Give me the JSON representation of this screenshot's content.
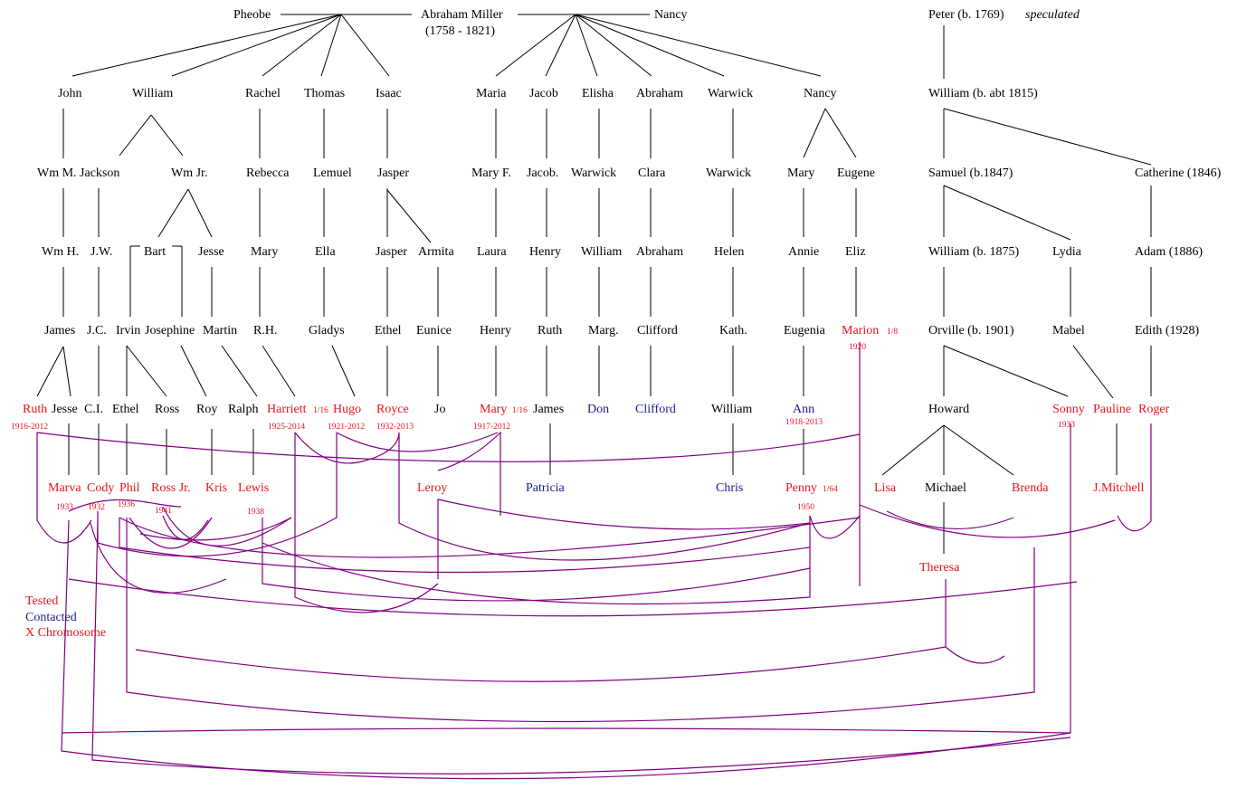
{
  "colors": {
    "black": "#000000",
    "red": "#e8141d",
    "blue": "#1a1a8c",
    "purple": "#800080"
  },
  "people": [
    {
      "id": "pheobe",
      "name": "Pheobe",
      "color": "black"
    },
    {
      "id": "abraham_miller",
      "name": "Abraham Miller",
      "color": "black"
    },
    {
      "id": "abraham_dates",
      "name": "(1758 - 1821)",
      "color": "black"
    },
    {
      "id": "nancy_top",
      "name": "Nancy",
      "color": "black"
    },
    {
      "id": "peter",
      "name": "Peter (b. 1769) ",
      "color": "black"
    },
    {
      "id": "peter_note",
      "name": "speculated",
      "color": "black",
      "italic": true
    },
    {
      "id": "john",
      "name": "John",
      "color": "black"
    },
    {
      "id": "william",
      "name": "William",
      "color": "black"
    },
    {
      "id": "rachel",
      "name": "Rachel",
      "color": "black"
    },
    {
      "id": "thomas",
      "name": "Thomas",
      "color": "black"
    },
    {
      "id": "isaac",
      "name": "Isaac",
      "color": "black"
    },
    {
      "id": "maria",
      "name": "Maria",
      "color": "black"
    },
    {
      "id": "jacob",
      "name": "Jacob",
      "color": "black"
    },
    {
      "id": "elisha",
      "name": "Elisha",
      "color": "black"
    },
    {
      "id": "abraham2",
      "name": "Abraham",
      "color": "black"
    },
    {
      "id": "warwick",
      "name": "Warwick",
      "color": "black"
    },
    {
      "id": "nancy2",
      "name": "Nancy",
      "color": "black"
    },
    {
      "id": "william_abt",
      "name": "William (b. abt 1815)",
      "color": "black"
    },
    {
      "id": "wm_m_jackson",
      "name": "Wm M. Jackson",
      "color": "black"
    },
    {
      "id": "wm_jr",
      "name": "Wm Jr.",
      "color": "black"
    },
    {
      "id": "rebecca",
      "name": "Rebecca",
      "color": "black"
    },
    {
      "id": "lemuel",
      "name": "Lemuel",
      "color": "black"
    },
    {
      "id": "jasper",
      "name": "Jasper",
      "color": "black"
    },
    {
      "id": "mary_f",
      "name": "Mary F.",
      "color": "black"
    },
    {
      "id": "jacob2",
      "name": "Jacob.",
      "color": "black"
    },
    {
      "id": "warwick2",
      "name": "Warwick",
      "color": "black"
    },
    {
      "id": "clara",
      "name": "Clara",
      "color": "black"
    },
    {
      "id": "warwick3",
      "name": "Warwick",
      "color": "black"
    },
    {
      "id": "mary_n",
      "name": "Mary",
      "color": "black"
    },
    {
      "id": "eugene",
      "name": "Eugene",
      "color": "black"
    },
    {
      "id": "samuel",
      "name": "Samuel (b.1847)",
      "color": "black"
    },
    {
      "id": "catherine",
      "name": "Catherine (1846)",
      "color": "black"
    },
    {
      "id": "wm_h",
      "name": "Wm H.",
      "color": "black"
    },
    {
      "id": "jw",
      "name": "J.W.",
      "color": "black"
    },
    {
      "id": "bart",
      "name": "Bart",
      "color": "black"
    },
    {
      "id": "jesse1",
      "name": "Jesse",
      "color": "black"
    },
    {
      "id": "mary3",
      "name": "Mary",
      "color": "black"
    },
    {
      "id": "ella",
      "name": "Ella",
      "color": "black"
    },
    {
      "id": "jasper2",
      "name": "Jasper",
      "color": "black"
    },
    {
      "id": "armita",
      "name": "Armita",
      "color": "black"
    },
    {
      "id": "laura",
      "name": "Laura",
      "color": "black"
    },
    {
      "id": "henry1",
      "name": "Henry",
      "color": "black"
    },
    {
      "id": "william3",
      "name": "William",
      "color": "black"
    },
    {
      "id": "abraham3",
      "name": "Abraham",
      "color": "black"
    },
    {
      "id": "helen",
      "name": "Helen",
      "color": "black"
    },
    {
      "id": "annie",
      "name": "Annie",
      "color": "black"
    },
    {
      "id": "eliz",
      "name": "Eliz",
      "color": "black"
    },
    {
      "id": "william1875",
      "name": "William (b. 1875)",
      "color": "black"
    },
    {
      "id": "lydia",
      "name": "Lydia",
      "color": "black"
    },
    {
      "id": "adam",
      "name": "Adam (1886)",
      "color": "black"
    },
    {
      "id": "james1",
      "name": "James",
      "color": "black"
    },
    {
      "id": "jc",
      "name": "J.C.",
      "color": "black"
    },
    {
      "id": "irvin",
      "name": "Irvin",
      "color": "black"
    },
    {
      "id": "josephine",
      "name": "Josephine",
      "color": "black"
    },
    {
      "id": "martin",
      "name": "Martin",
      "color": "black"
    },
    {
      "id": "rh",
      "name": "R.H.",
      "color": "black"
    },
    {
      "id": "gladys",
      "name": "Gladys",
      "color": "black"
    },
    {
      "id": "ethel1",
      "name": "Ethel",
      "color": "black"
    },
    {
      "id": "eunice",
      "name": "Eunice",
      "color": "black"
    },
    {
      "id": "henry2",
      "name": "Henry",
      "color": "black"
    },
    {
      "id": "ruth1",
      "name": "Ruth",
      "color": "black"
    },
    {
      "id": "marg",
      "name": "Marg.",
      "color": "black"
    },
    {
      "id": "clifford1",
      "name": "Clifford",
      "color": "black"
    },
    {
      "id": "kath",
      "name": "Kath.",
      "color": "black"
    },
    {
      "id": "eugenia",
      "name": "Eugenia",
      "color": "black"
    },
    {
      "id": "marion",
      "name": "Marion",
      "color": "red"
    },
    {
      "id": "marion_frac",
      "name": "1/8",
      "color": "red",
      "small": true
    },
    {
      "id": "marion_year",
      "name": "1920",
      "color": "red",
      "small": true
    },
    {
      "id": "orville",
      "name": "Orville (b. 1901)",
      "color": "black"
    },
    {
      "id": "mabel",
      "name": "Mabel",
      "color": "black"
    },
    {
      "id": "edith",
      "name": "Edith (1928)",
      "color": "black"
    },
    {
      "id": "ruth2",
      "name": "Ruth",
      "color": "red"
    },
    {
      "id": "ruth2_dates",
      "name": "1916-2012",
      "color": "red",
      "small": true
    },
    {
      "id": "jesse2",
      "name": "Jesse",
      "color": "black"
    },
    {
      "id": "ci",
      "name": "C.I.",
      "color": "black"
    },
    {
      "id": "ethel2",
      "name": "Ethel",
      "color": "black"
    },
    {
      "id": "ross",
      "name": "Ross",
      "color": "black"
    },
    {
      "id": "roy",
      "name": "Roy",
      "color": "black"
    },
    {
      "id": "ralph",
      "name": "Ralph",
      "color": "black"
    },
    {
      "id": "harriett",
      "name": "Harriett",
      "color": "red"
    },
    {
      "id": "harriett_frac",
      "name": "1/16",
      "color": "red",
      "small": true
    },
    {
      "id": "harriett_dates",
      "name": "1925-2014",
      "color": "red",
      "small": true
    },
    {
      "id": "hugo",
      "name": "Hugo",
      "color": "red"
    },
    {
      "id": "hugo_dates",
      "name": "1921-2012",
      "color": "red",
      "small": true
    },
    {
      "id": "royce",
      "name": "Royce",
      "color": "red"
    },
    {
      "id": "royce_dates",
      "name": "1932-2013",
      "color": "red",
      "small": true
    },
    {
      "id": "jo",
      "name": "Jo",
      "color": "black"
    },
    {
      "id": "mary4",
      "name": "Mary",
      "color": "red"
    },
    {
      "id": "mary4_frac",
      "name": "1/16",
      "color": "red",
      "small": true
    },
    {
      "id": "mary4_dates",
      "name": "1917-2012",
      "color": "red",
      "small": true
    },
    {
      "id": "james2",
      "name": "James",
      "color": "black"
    },
    {
      "id": "don",
      "name": "Don",
      "color": "blue"
    },
    {
      "id": "clifford2",
      "name": "Clifford",
      "color": "blue"
    },
    {
      "id": "william4",
      "name": "William",
      "color": "black"
    },
    {
      "id": "ann",
      "name": "Ann",
      "color": "blue"
    },
    {
      "id": "ann_dates",
      "name": "1918-2013",
      "color": "red",
      "small": true
    },
    {
      "id": "howard",
      "name": "Howard",
      "color": "black"
    },
    {
      "id": "sonny",
      "name": "Sonny",
      "color": "red"
    },
    {
      "id": "sonny_year",
      "name": "1933",
      "color": "red",
      "small": true
    },
    {
      "id": "pauline",
      "name": "Pauline",
      "color": "red"
    },
    {
      "id": "roger",
      "name": "Roger",
      "color": "red"
    },
    {
      "id": "marva",
      "name": "Marva",
      "color": "red"
    },
    {
      "id": "marva_year",
      "name": "1933",
      "color": "red",
      "small": true
    },
    {
      "id": "cody",
      "name": "Cody",
      "color": "red"
    },
    {
      "id": "cody_year",
      "name": "1932",
      "color": "red",
      "small": true
    },
    {
      "id": "phil",
      "name": "Phil",
      "color": "red"
    },
    {
      "id": "phil_year",
      "name": "1936",
      "color": "red",
      "small": true
    },
    {
      "id": "ross_jr",
      "name": "Ross Jr.",
      "color": "red"
    },
    {
      "id": "ross_jr_year",
      "name": "1941",
      "color": "red",
      "small": true
    },
    {
      "id": "kris",
      "name": "Kris",
      "color": "red"
    },
    {
      "id": "lewis",
      "name": "Lewis",
      "color": "red"
    },
    {
      "id": "lewis_year",
      "name": "1938",
      "color": "red",
      "small": true
    },
    {
      "id": "leroy",
      "name": "Leroy",
      "color": "red"
    },
    {
      "id": "patricia",
      "name": "Patricia",
      "color": "blue"
    },
    {
      "id": "chris",
      "name": "Chris",
      "color": "blue"
    },
    {
      "id": "penny",
      "name": "Penny",
      "color": "red"
    },
    {
      "id": "penny_frac",
      "name": "1/64",
      "color": "red",
      "small": true
    },
    {
      "id": "penny_year",
      "name": "1950",
      "color": "red",
      "small": true
    },
    {
      "id": "lisa",
      "name": "Lisa",
      "color": "red"
    },
    {
      "id": "michael",
      "name": "Michael",
      "color": "black"
    },
    {
      "id": "brenda",
      "name": "Brenda",
      "color": "red"
    },
    {
      "id": "j_mitchell",
      "name": "J.Mitchell",
      "color": "red"
    },
    {
      "id": "theresa",
      "name": "Theresa",
      "color": "red"
    }
  ],
  "legend": [
    {
      "label": "Tested",
      "color": "red"
    },
    {
      "label": "Contacted",
      "color": "blue"
    },
    {
      "label": "X Chromosome",
      "color": "red"
    }
  ]
}
